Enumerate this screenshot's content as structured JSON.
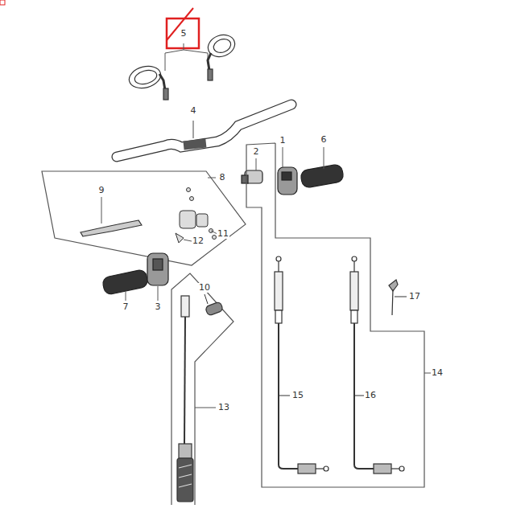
{
  "diagram": {
    "labels": [
      "5",
      "4",
      "2",
      "1",
      "6",
      "8",
      "9",
      "11",
      "12",
      "7",
      "3",
      "10",
      "17",
      "13",
      "14",
      "15",
      "16"
    ]
  }
}
